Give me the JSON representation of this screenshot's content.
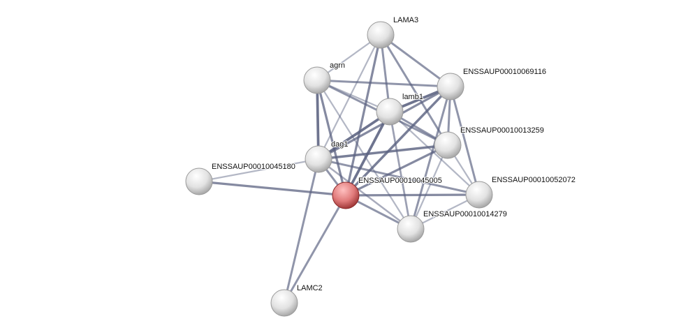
{
  "colors": {
    "edge": "#5a6180",
    "node": "#e6e6e6",
    "query_node": "#e07a7a"
  },
  "nodes": [
    {
      "id": "LAMA3",
      "label": "LAMA3"
    },
    {
      "id": "agrn",
      "label": "agrn"
    },
    {
      "id": "69116",
      "label": "ENSSAUP00010069116"
    },
    {
      "id": "lamb1",
      "label": "lamb1"
    },
    {
      "id": "13259",
      "label": "ENSSAUP00010013259"
    },
    {
      "id": "dag1",
      "label": "dag1"
    },
    {
      "id": "45180",
      "label": "ENSSAUP00010045180"
    },
    {
      "id": "45005",
      "label": "ENSSAUP00010045005",
      "query": true
    },
    {
      "id": "52072",
      "label": "ENSSAUP00010052072"
    },
    {
      "id": "14279",
      "label": "ENSSAUP00010014279"
    },
    {
      "id": "LAMC2",
      "label": "LAMC2"
    }
  ],
  "edges": [
    [
      "LAMA3",
      "agrn",
      0.3
    ],
    [
      "LAMA3",
      "dag1",
      0.3
    ],
    [
      "LAMA3",
      "45005",
      0.7
    ],
    [
      "LAMA3",
      "lamb1",
      0.6
    ],
    [
      "LAMA3",
      "69116",
      0.6
    ],
    [
      "LAMA3",
      "13259",
      0.6
    ],
    [
      "agrn",
      "69116",
      0.6
    ],
    [
      "agrn",
      "lamb1",
      0.3
    ],
    [
      "agrn",
      "13259",
      0.6
    ],
    [
      "agrn",
      "dag1",
      0.9
    ],
    [
      "agrn",
      "45005",
      0.7
    ],
    [
      "agrn",
      "14279",
      0.3
    ],
    [
      "lamb1",
      "69116",
      0.9
    ],
    [
      "lamb1",
      "dag1",
      0.9
    ],
    [
      "lamb1",
      "45005",
      0.9
    ],
    [
      "lamb1",
      "13259",
      0.6
    ],
    [
      "lamb1",
      "52072",
      0.3
    ],
    [
      "lamb1",
      "14279",
      0.5
    ],
    [
      "69116",
      "45005",
      0.8
    ],
    [
      "69116",
      "13259",
      0.6
    ],
    [
      "69116",
      "52072",
      0.6
    ],
    [
      "69116",
      "14279",
      0.6
    ],
    [
      "69116",
      "dag1",
      0.7
    ],
    [
      "13259",
      "dag1",
      0.8
    ],
    [
      "13259",
      "45005",
      0.7
    ],
    [
      "13259",
      "14279",
      0.3
    ],
    [
      "13259",
      "52072",
      0.3
    ],
    [
      "dag1",
      "45005",
      0.6
    ],
    [
      "dag1",
      "52072",
      0.6
    ],
    [
      "dag1",
      "LAMC2",
      0.6
    ],
    [
      "dag1",
      "14279",
      0.4
    ],
    [
      "45180",
      "dag1",
      0.3
    ],
    [
      "45180",
      "45005",
      0.7
    ],
    [
      "45005",
      "52072",
      0.7
    ],
    [
      "45005",
      "14279",
      0.6
    ],
    [
      "45005",
      "LAMC2",
      0.6
    ],
    [
      "52072",
      "14279",
      0.3
    ]
  ]
}
